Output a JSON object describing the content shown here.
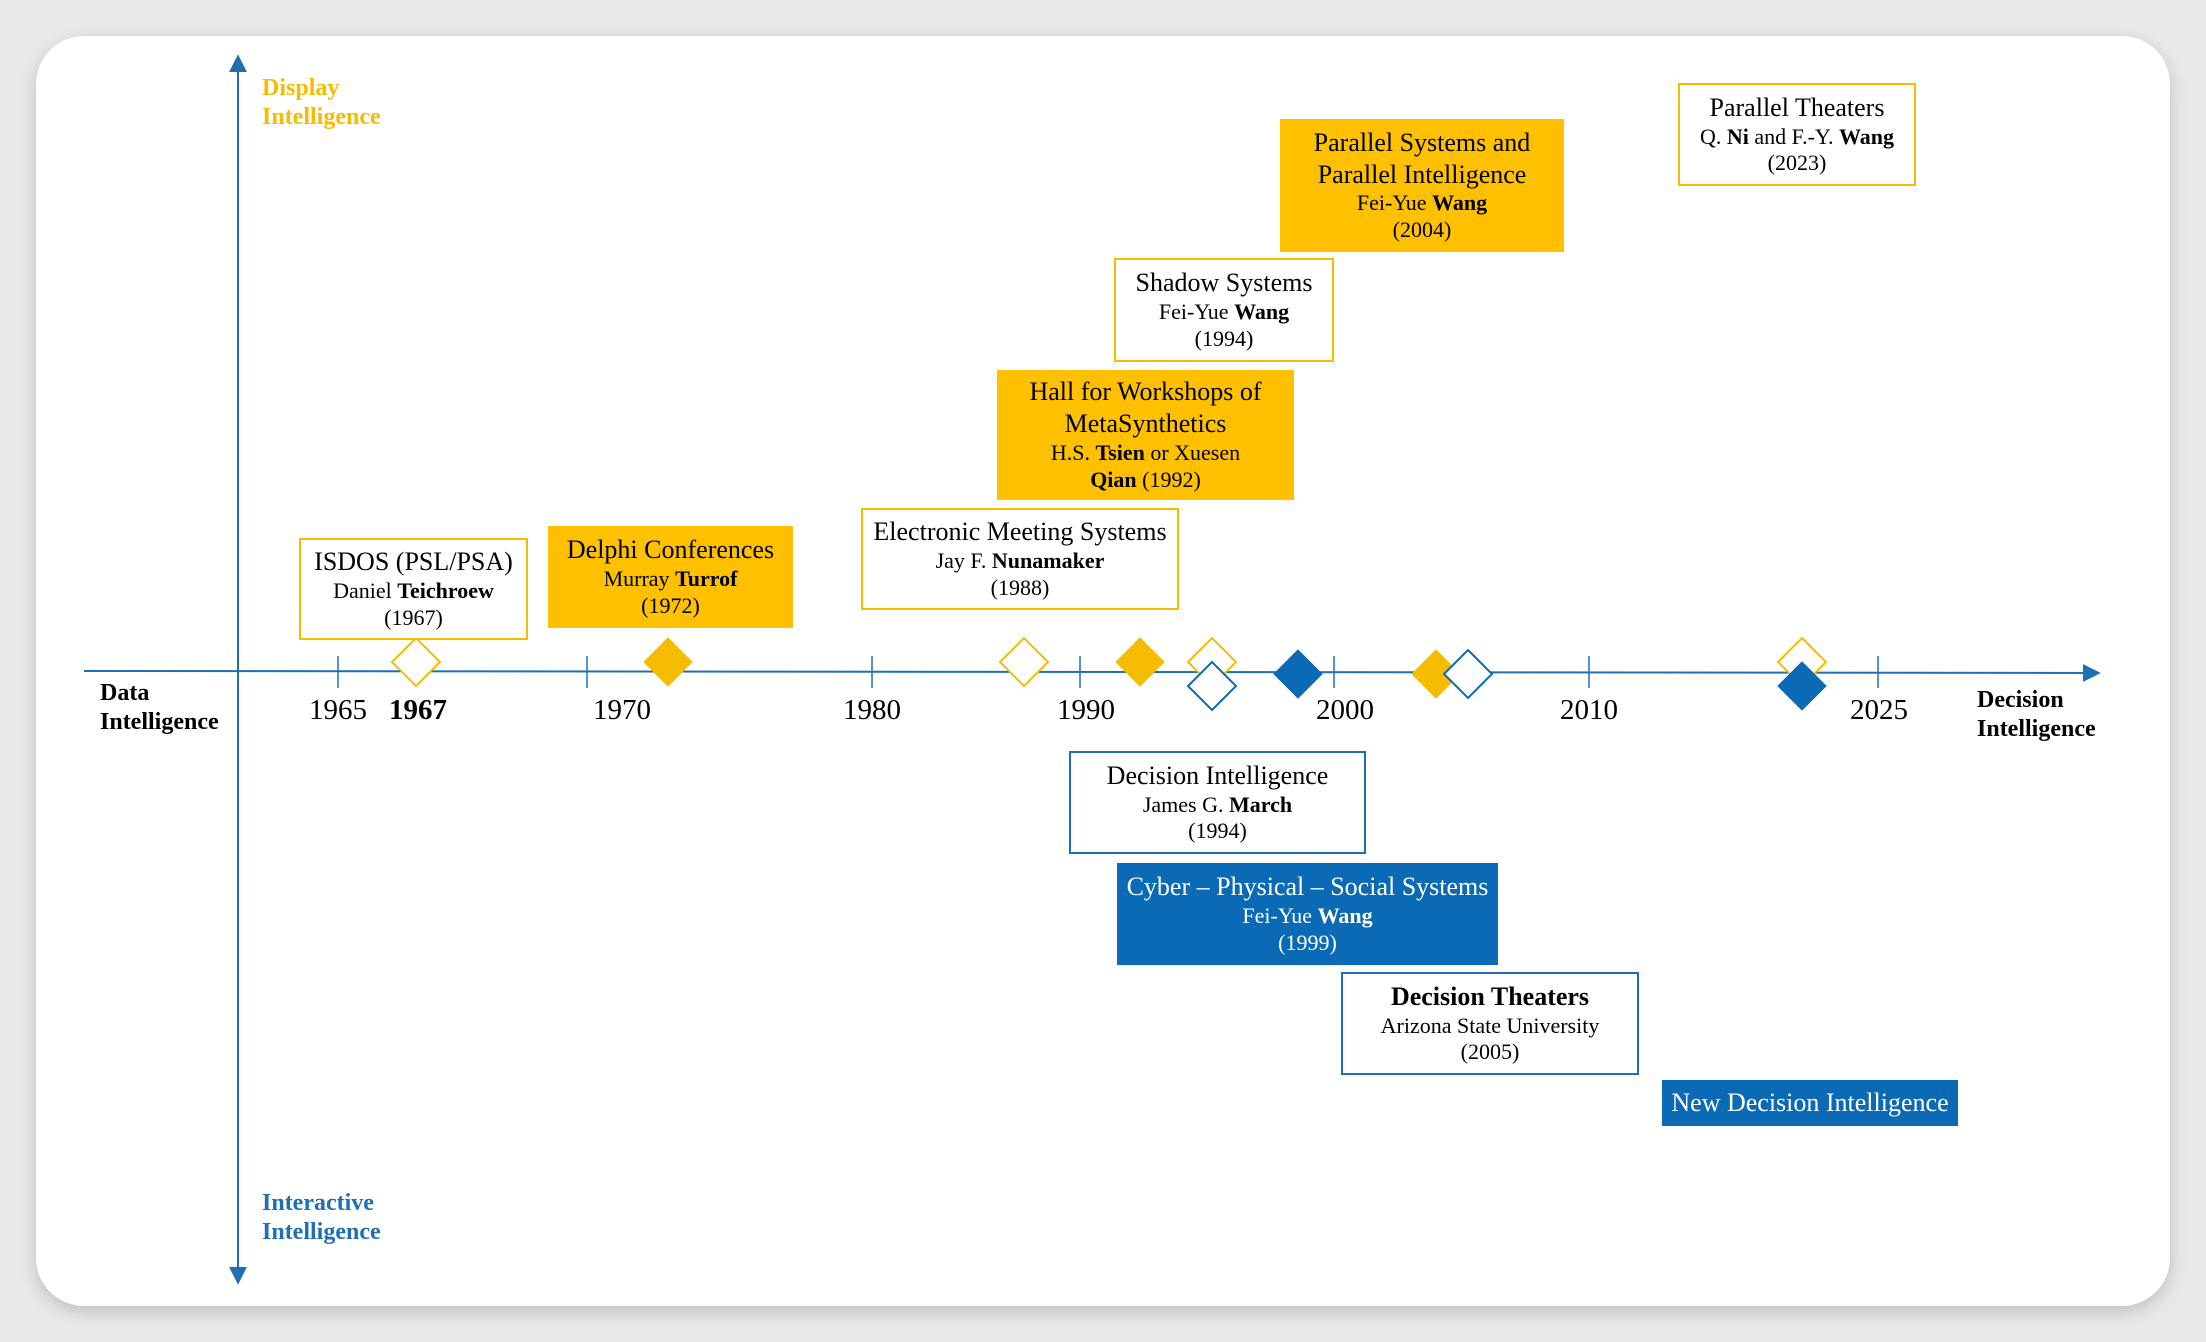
{
  "axes": {
    "y_top_label": [
      "Display",
      "Intelligence"
    ],
    "y_bottom_label": [
      "Interactive",
      "Intelligence"
    ],
    "x_left_label": [
      "Data",
      "Intelligence"
    ],
    "x_right_label": [
      "Decision",
      "Intelligence"
    ],
    "colors": {
      "axis": "#1f6fb2",
      "display": "#f5bc00",
      "interactive": "#1f6fb2"
    }
  },
  "ticks": [
    {
      "label": "1965",
      "bold": false
    },
    {
      "label": "1967",
      "bold": true
    },
    {
      "label": "1970",
      "bold": false
    },
    {
      "label": "1980",
      "bold": false
    },
    {
      "label": "1990",
      "bold": false
    },
    {
      "label": "2000",
      "bold": false
    },
    {
      "label": "2010",
      "bold": false
    },
    {
      "label": "2025",
      "bold": false
    }
  ],
  "markers": [
    {
      "year": 1967,
      "color": "yellow",
      "filled": false,
      "side": "above"
    },
    {
      "year": 1972,
      "color": "yellow",
      "filled": true,
      "side": "above"
    },
    {
      "year": 1988,
      "color": "yellow",
      "filled": false,
      "side": "above"
    },
    {
      "year": 1992,
      "color": "yellow",
      "filled": true,
      "side": "above"
    },
    {
      "year": 1994,
      "color": "yellow",
      "filled": false,
      "side": "above"
    },
    {
      "year": 1994,
      "color": "blue",
      "filled": false,
      "side": "below"
    },
    {
      "year": 1999,
      "color": "blue",
      "filled": true,
      "side": "center"
    },
    {
      "year": 2004,
      "color": "yellow",
      "filled": true,
      "side": "center"
    },
    {
      "year": 2005,
      "color": "blue",
      "filled": false,
      "side": "center"
    },
    {
      "year": 2023,
      "color": "yellow",
      "filled": false,
      "side": "above"
    },
    {
      "year": 2023,
      "color": "blue",
      "filled": true,
      "side": "below"
    }
  ],
  "milestones": [
    {
      "id": "isdos",
      "style": "outline-yellow",
      "title": "ISDOS (PSL/PSA)",
      "author_prefix": "Daniel ",
      "author_bold": "Teichroew",
      "year": "(1967)"
    },
    {
      "id": "delphi",
      "style": "fill-yellow",
      "title": "Delphi Conferences",
      "author_prefix": "Murray ",
      "author_bold": "Turrof",
      "year": "(1972)"
    },
    {
      "id": "ems",
      "style": "outline-yellow",
      "title": "Electronic Meeting Systems",
      "author_prefix": "Jay F. ",
      "author_bold": "Nunamaker",
      "year": "(1988)"
    },
    {
      "id": "hall",
      "style": "fill-yellow",
      "title_lines": [
        "Hall for Workshops of",
        "MetaSynthetics"
      ],
      "line3_prefix": "H.S. ",
      "line3_bold": "Tsien",
      "line3_suffix": " or Xuesen",
      "line4_bold": "Qian",
      "line4_suffix": " (1992)"
    },
    {
      "id": "shadow",
      "style": "outline-yellow",
      "title": "Shadow Systems",
      "author_prefix": "Fei-Yue ",
      "author_bold": "Wang",
      "year": "(1994)"
    },
    {
      "id": "parallel-systems",
      "style": "fill-yellow",
      "title_lines": [
        "Parallel Systems and",
        "Parallel Intelligence"
      ],
      "author_prefix": "Fei-Yue ",
      "author_bold": "Wang",
      "year": "(2004)"
    },
    {
      "id": "parallel-theaters",
      "style": "outline-yellow",
      "title": "Parallel Theaters",
      "author_parts": [
        {
          "t": "Q. ",
          "b": false
        },
        {
          "t": "Ni",
          "b": true
        },
        {
          "t": " and F.-Y. ",
          "b": false
        },
        {
          "t": "Wang",
          "b": true
        }
      ],
      "year": "(2023)"
    },
    {
      "id": "decision-intel",
      "style": "outline-blue",
      "title": "Decision Intelligence",
      "author_prefix": "James G. ",
      "author_bold": "March",
      "year": "(1994)"
    },
    {
      "id": "cps",
      "style": "fill-blue",
      "title": "Cyber – Physical – Social Systems",
      "author_prefix": "Fei-Yue ",
      "author_bold": "Wang",
      "year": "(1999)"
    },
    {
      "id": "decision-theaters",
      "style": "outline-blue",
      "title_bold": "Decision Theaters",
      "author_prefix": "Arizona State University",
      "author_bold": "",
      "year": "(2005)"
    },
    {
      "id": "new-di",
      "style": "fill-blue",
      "title": "New Decision Intelligence"
    }
  ]
}
